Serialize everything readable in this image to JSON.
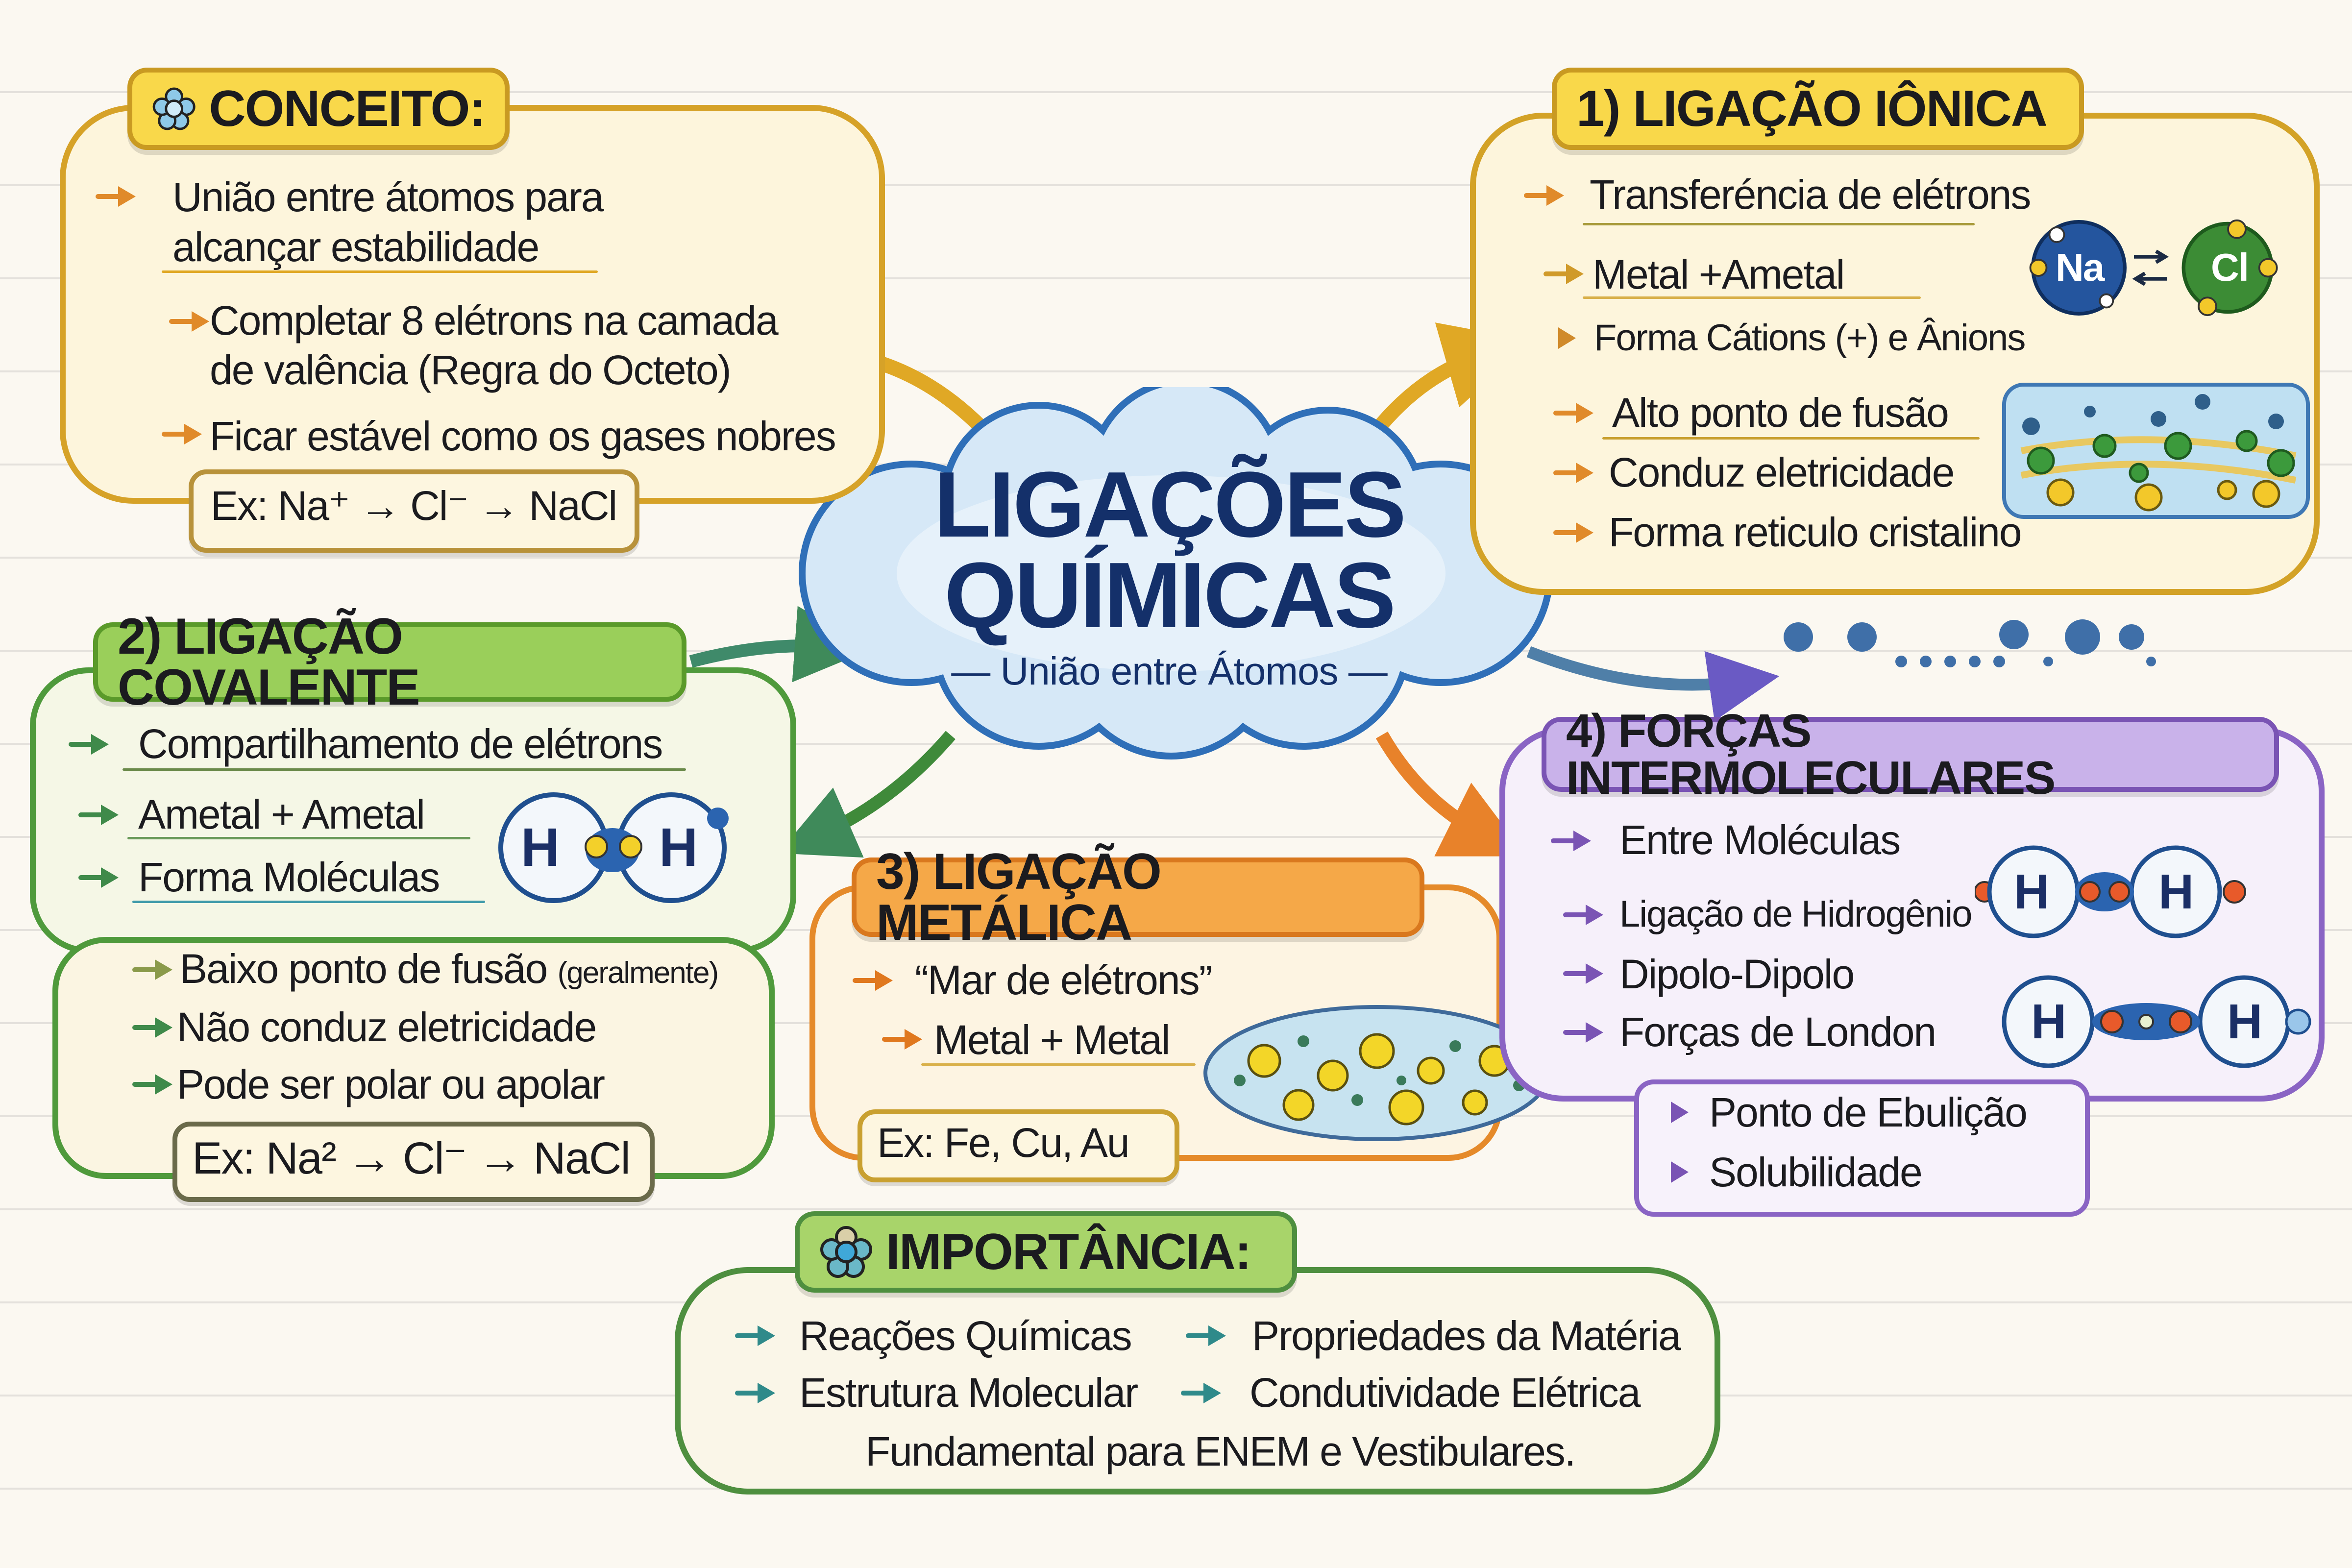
{
  "title": {
    "line1": "LIGAÇÕES",
    "line2": "QUÍMICAS",
    "subtitle": "— União entre Átomos —"
  },
  "colors": {
    "concept": "#e0a825",
    "ionic": "#d9a423",
    "covalent": "#5a9a3a",
    "metallic": "#e58a2a",
    "forces": "#8a64c4",
    "importance": "#4e8f3f",
    "title": "#14306a"
  },
  "concept": {
    "header": "CONCEITO:",
    "icon": "atom-flower-icon",
    "item1": {
      "line1": "União entre átomos para",
      "line2": "alcançar estabilidade"
    },
    "item2": {
      "line1": "Completar 8 elétrons na camada",
      "line2": "de valência (Regra do  Octeto)"
    },
    "item3": "Ficar estável como os gases nobres",
    "example": "Ex: Na⁺ → Cl⁻ → NaCl"
  },
  "ionic": {
    "header": "1) LIGAÇÃO IÔNICA",
    "items": [
      "Transferéncia de elétrons",
      "Metal +Ametal",
      "Forma Cátions (+) e Ânions",
      "Alto ponto de fusão",
      "Conduz eletricidade",
      "Forma reticulo cristalino"
    ],
    "atom_na": "Na",
    "atom_cl": "Cl"
  },
  "covalent": {
    "header": "2) LIGAÇÃO COVALENTE",
    "items": [
      "Compartilhamento de elétrons",
      "Ametal + Ametal",
      "Forma Moléculas"
    ],
    "items2": [
      "Baixo ponto de fusão",
      "(geralmente)",
      "Não conduz eletricidade",
      "Pode ser polar ou apolar"
    ],
    "molecule": {
      "left": "H",
      "right": "H"
    },
    "example": "Ex: Na² → Cl⁻ → NaCl"
  },
  "metallic": {
    "header": "3) LIGAÇÃO METÁLICA",
    "items": [
      "“Mar de elétrons”",
      "Metal + Metal"
    ],
    "example": "Ex: Fe, Cu, Au"
  },
  "forces": {
    "header": "4) FORÇAS INTERMOLECULARES",
    "items": [
      "Entre Moléculas",
      "Ligação de Hidrogênio",
      "Dipolo-Dipolo",
      "Forças de London"
    ],
    "items2": [
      "Ponto de Ebulição",
      "Solubilidade"
    ],
    "molecule1": {
      "left": "H",
      "right": "H"
    },
    "molecule2": {
      "left": "H",
      "right": "H"
    }
  },
  "importance": {
    "header": "IMPORTÂNCIA:",
    "icon": "atom-flower-icon",
    "items": [
      "Reações Químicas",
      "Propriedades da Matéria",
      "Estrutura Molecular",
      "Condutividade Elétrica"
    ],
    "footer": "Fundamental para ENEM e Vestibulares."
  }
}
